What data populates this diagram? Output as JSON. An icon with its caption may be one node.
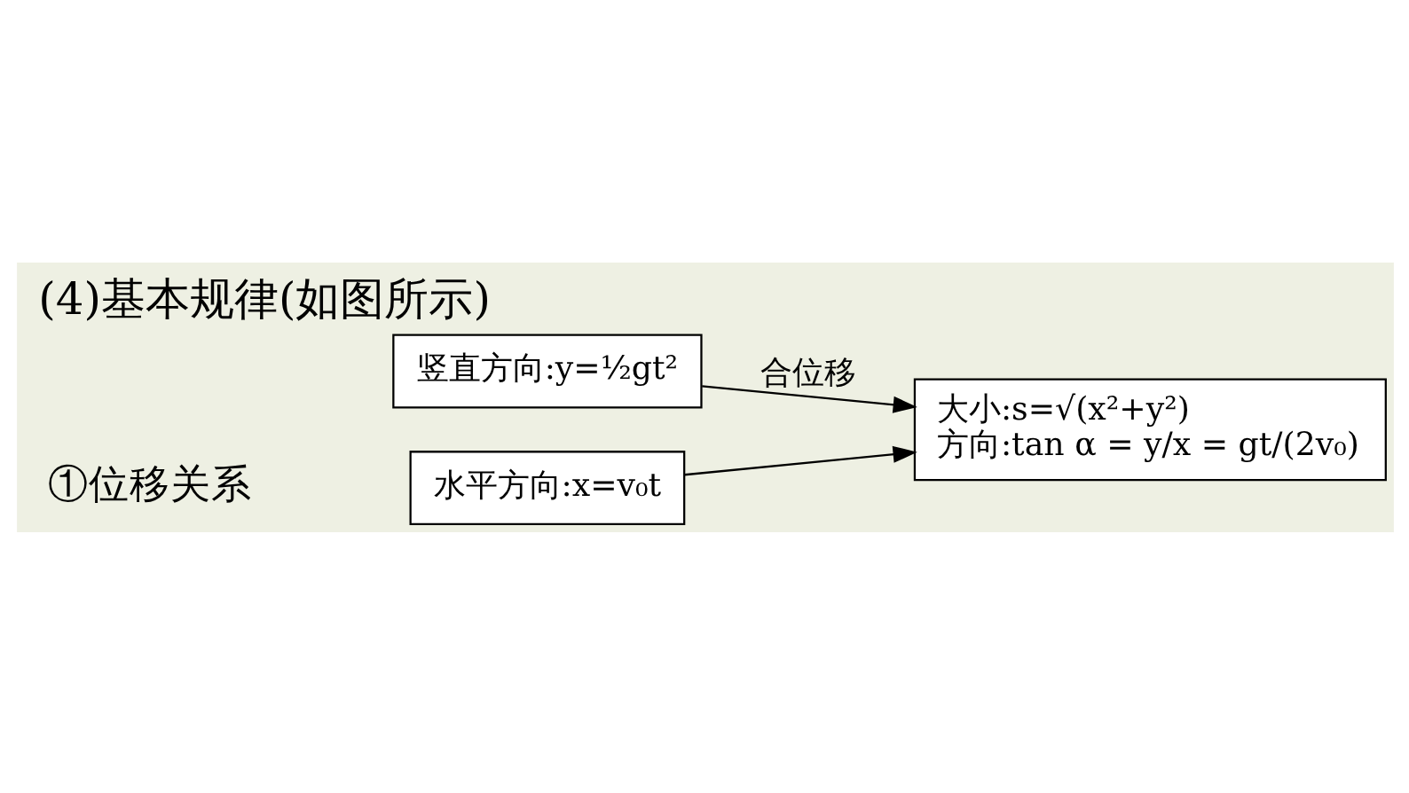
{
  "diagram": {
    "title": "(4)基本规律(如图所示)",
    "nodes": [
      {
        "text": [
          "水平方向:x=v₀t"
        ]
      },
      {
        "text": [
          "竖直方向:y=½gt²"
        ]
      },
      {
        "text": [
          "大小:s=√(x²+y²)",
          "方向:tan α = y/x = gt/(2v₀)"
        ]
      }
    ],
    "edges": [
      {
        "from": 0,
        "to": 2,
        "arrow": "to"
      },
      {
        "from": 1,
        "to": 2,
        "arrow": "to",
        "label": "合位移"
      }
    ],
    "labels": [
      "①位移关系"
    ]
  }
}
